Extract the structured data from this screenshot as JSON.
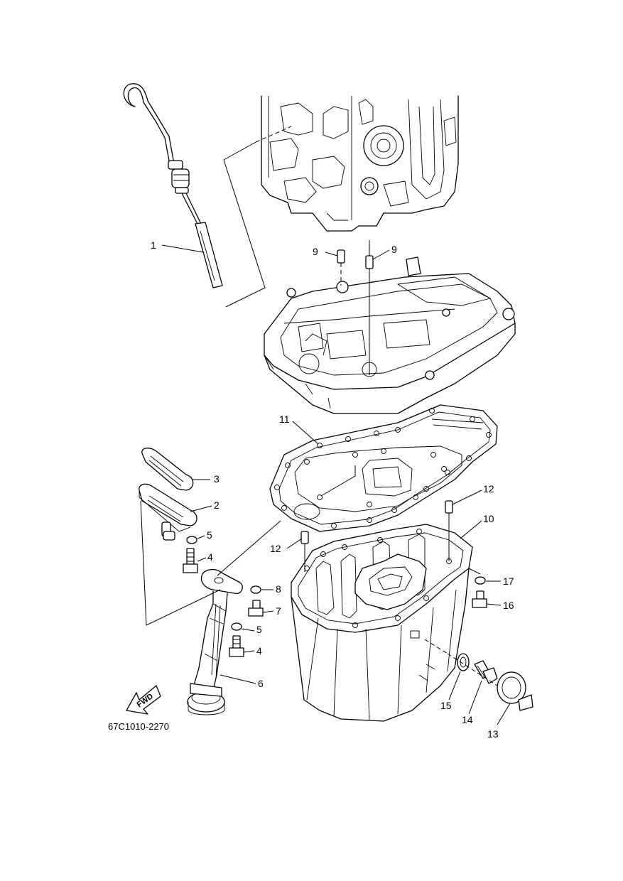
{
  "diagram_code": "67C1010-2270",
  "fwd_label": "FWD",
  "callouts": [
    "1",
    "9",
    "9",
    "11",
    "3",
    "2",
    "5",
    "4",
    "12",
    "10",
    "12",
    "8",
    "7",
    "5",
    "4",
    "17",
    "16",
    "6",
    "15",
    "14",
    "13"
  ]
}
